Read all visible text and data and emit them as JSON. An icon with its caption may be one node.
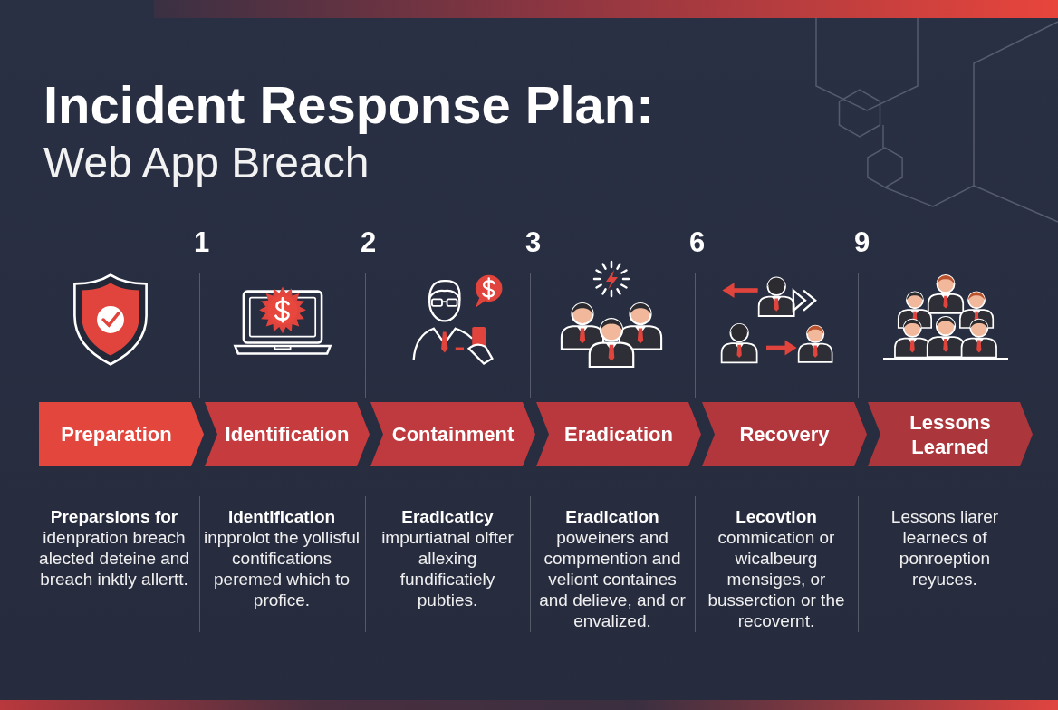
{
  "diagram": {
    "title": "Incident Response Plan:",
    "nodes": [
      {
        "text": [
          "Preparation"
        ],
        "beside": [
          "Preparsions for",
          "idenpration breach alected deteine and breach inktly allertt."
        ]
      },
      {
        "text": [
          "Identification"
        ],
        "beside": [
          "Identification",
          "inpprolot the yollisful contifications peremed which to profice."
        ]
      },
      {
        "text": [
          "Containment"
        ],
        "beside": [
          "Eradicaticy",
          "impurtiatnal olfter allexing fundificatiely pubties."
        ]
      },
      {
        "text": [
          "Eradication"
        ],
        "beside": [
          "Eradication",
          "poweiners and compmention and veliont containes and delieve, and or envalized."
        ]
      },
      {
        "text": [
          "Recovery"
        ],
        "beside": [
          "Lecovtion",
          "commication or wicalbeurg mensiges, or busserction or the recovernt."
        ]
      },
      {
        "text": [
          "Lessons Learned"
        ],
        "beside": [
          "Lessons liarer learnecs of ponroeption reyuces."
        ]
      }
    ],
    "labels": [
      "Web App Breach",
      "1",
      "2",
      "3",
      "6",
      "9"
    ]
  }
}
